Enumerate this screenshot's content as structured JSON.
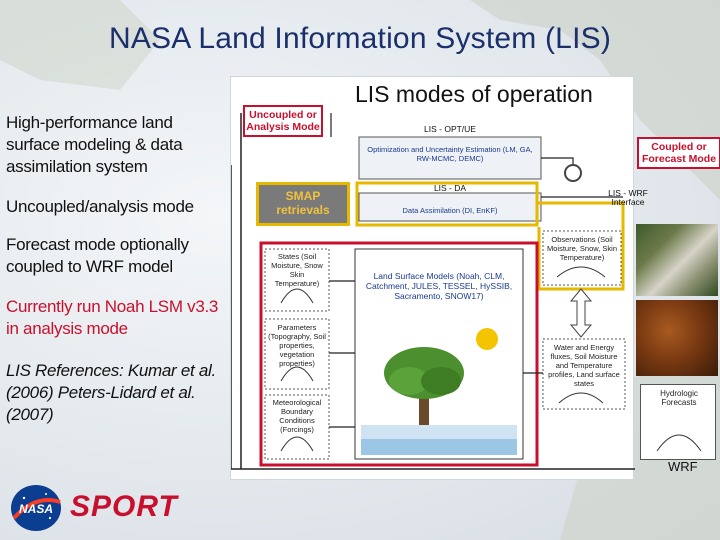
{
  "slide": {
    "title": "NASA Land Information System (LIS)"
  },
  "bullets": [
    {
      "text": "High-performance land surface modeling & data assimilation system"
    },
    {
      "text": "Uncoupled/analysis mode"
    },
    {
      "text": "Forecast mode optionally coupled to WRF model"
    },
    {
      "text": "Currently run Noah LSM v3.3 in analysis mode"
    },
    {
      "text": "LIS References: Kumar et al. (2006) Peters-Lidard et al. (2007)"
    }
  ],
  "logo": {
    "org": "NASA",
    "program": "SPORT"
  },
  "diagram": {
    "title": "LIS modes of operation",
    "uncoupled": "Uncoupled or Analysis Mode",
    "coupled": "Coupled or Forecast Mode",
    "opt_ue": "LIS - OPT/UE",
    "opt_box": "Optimization and Uncertainty Estimation (LM, GA, RW-MCMC, DEMC)",
    "da": "LIS - DA",
    "da_box": "Data Assimilation (DI, EnKF)",
    "wrf_interface": "LIS - WRF Interface",
    "smap": "SMAP retrievals",
    "observations": "Observations (Soil Moisture, Snow, Skin Temperature)",
    "states": "States (Soil Moisture, Snow Skin Temperature)",
    "lsm": "Land Surface Models (Noah, CLM, Catchment, JULES, TESSEL, HySSIB, Sacramento, SNOW17)",
    "parameters": "Parameters (Topography, Soil properties, vegetation properties)",
    "water_energy": "Water and Energy fluxes, Soil Moisture and Temperature profiles, Land surface states",
    "met": "Meteorological Boundary Conditions (Forcings)",
    "hydro": "Hydrologic Forecasts",
    "wrf": "WRF"
  },
  "colors": {
    "title": "#1a2f6b",
    "red": "#c8102e",
    "yellow": "#e6b800"
  }
}
